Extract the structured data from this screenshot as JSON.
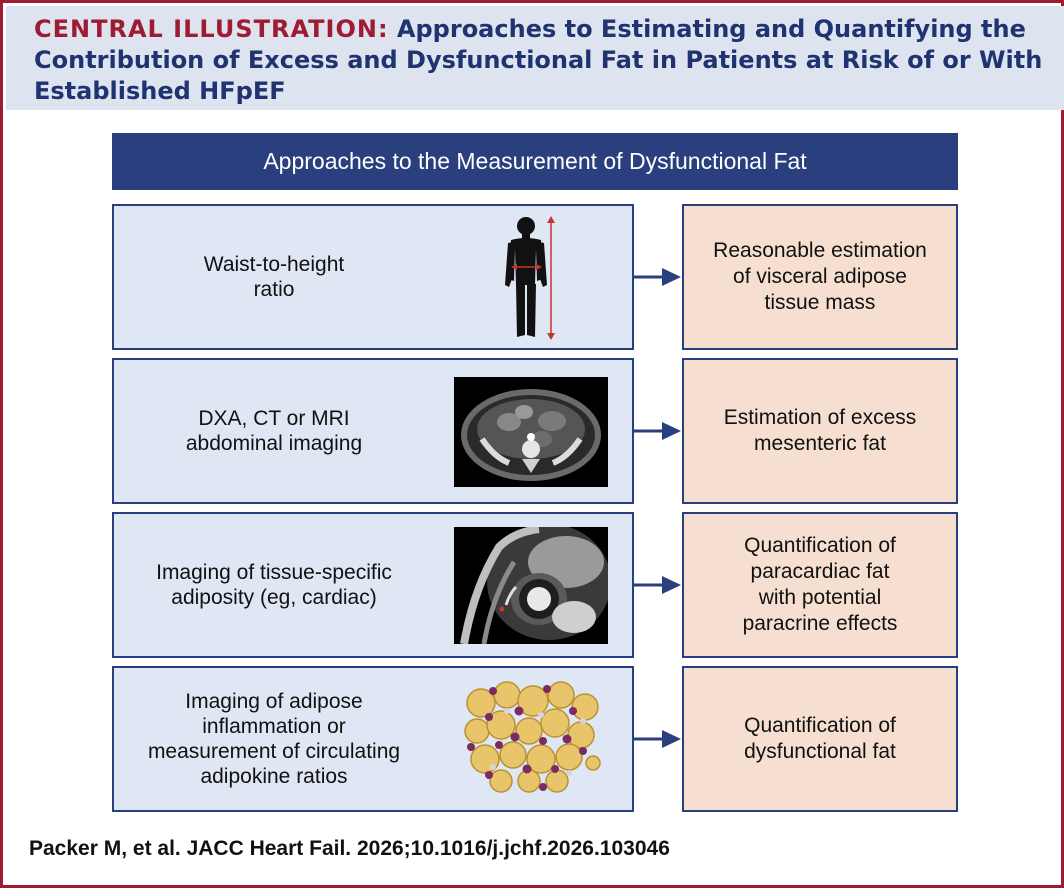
{
  "header": {
    "title_lead": "CENTRAL ILLUSTRATION:",
    "title_rest": "Approaches to Estimating and Quantifying the Contribution of Excess and Dysfunctional Fat in Patients at Risk of or With Established HFpEF"
  },
  "banner": {
    "title": "Approaches to the Measurement of Dysfunctional Fat"
  },
  "rows": [
    {
      "approach": "Waist-to-height\nratio",
      "image": "body-silhouette-icon",
      "outcome": "Reasonable estimation\nof visceral adipose\ntissue mass"
    },
    {
      "approach": "DXA, CT or MRI\nabdominal imaging",
      "image": "abdominal-ct-scan-image",
      "outcome": "Estimation of excess\nmesenteric fat"
    },
    {
      "approach": "Imaging of tissue-specific\nadiposity (eg, cardiac)",
      "image": "cardiac-mri-image",
      "outcome": "Quantification of\nparacardiac fat\nwith potential\nparacrine effects"
    },
    {
      "approach": "Imaging of adipose\ninflammation or\nmeasurement of circulating\nadipokine ratios",
      "image": "adipocyte-cluster-illustration",
      "outcome": "Quantification of\ndysfunctional fat"
    }
  ],
  "citation": "Packer M, et al. JACC Heart Fail. 2026;10.1016/j.jchf.2026.103046",
  "colors": {
    "frame": "#9e1b32",
    "navy": "#2a3f7e",
    "header_bg": "#dde3ef",
    "left_box_bg": "#dfe6f4",
    "right_box_bg": "#f6dfd0",
    "arrow_red": "#c0392b"
  }
}
